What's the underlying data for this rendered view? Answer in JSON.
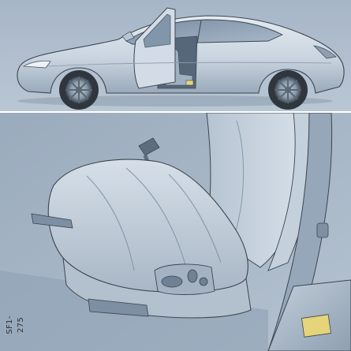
{
  "figure": {
    "code": "SF1-275",
    "top_view": {
      "name": "car-side-view"
    },
    "bottom_view": {
      "name": "seat-closeup-view"
    },
    "colors": {
      "background": "#a9b8c8",
      "car_body": "#cfd9e3",
      "seat": "#c4d0dc",
      "shadow": "#7d8fa2",
      "outline": "#3c4550",
      "highlight_label": "#e6d47a"
    }
  }
}
